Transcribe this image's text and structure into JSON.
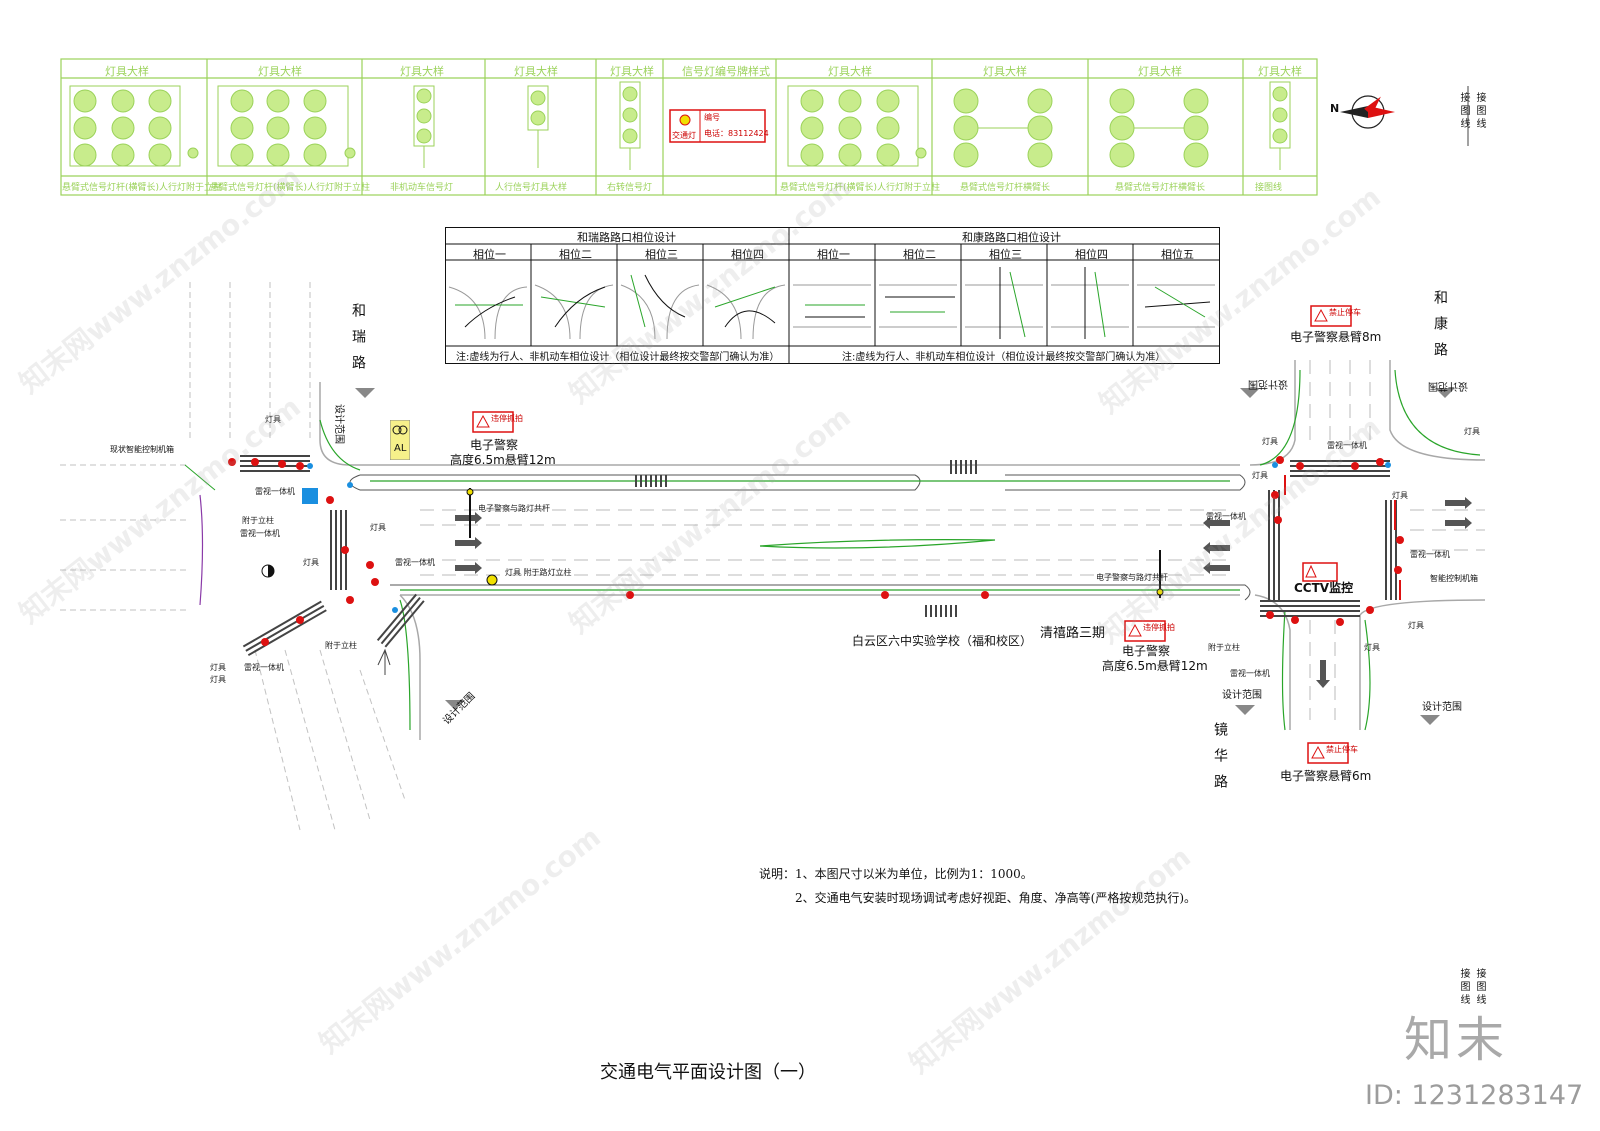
{
  "sheet_title": "交通电气平面设计图（一）",
  "notes": {
    "line1": "说明：1、本图尺寸以米为单位，比例为1：1000。",
    "line2": "2、交通电气安装时现场调试考虑好视距、角度、净高等(严格按规范执行)。"
  },
  "brand": "知末",
  "doc_id": "ID: 1231283147",
  "legend_strip": {
    "headers": [
      "灯具大样",
      "灯具大样",
      "灯具大样",
      "灯具大样",
      "灯具大样",
      "信号灯编号牌样式",
      "灯具大样",
      "灯具大样",
      "灯具大样",
      "灯具大样"
    ],
    "footers": [
      "悬臂式信号灯杆(横臂长)人行灯附于立柱",
      "悬臂式信号灯杆(横臂长)人行灯附于立柱",
      "非机动车信号灯",
      "人行信号灯具大样",
      "右转信号灯",
      "",
      "悬臂式信号灯杆(横臂长)人行灯附于立柱",
      "悬臂式信号灯杆横臂长",
      "悬臂式信号灯杆横臂长",
      "接图线"
    ],
    "placard": {
      "top": "编号",
      "label": "交通灯",
      "phone": "电话：83112424"
    },
    "colors": {
      "line": "#9bd25a",
      "placard": "#d11"
    }
  },
  "compass_label": "N",
  "connector_label": "接图线",
  "phase_tables": {
    "left_title": "和瑞路路口相位设计",
    "right_title": "和康路路口相位设计",
    "left_phases": [
      "相位一",
      "相位二",
      "相位三",
      "相位四"
    ],
    "right_phases": [
      "相位一",
      "相位二",
      "相位三",
      "相位四",
      "相位五"
    ],
    "left_note": "注:虚线为行人、非机动车相位设计（相位设计最终按交警部门确认为准）",
    "right_note": "注:虚线为行人、非机动车相位设计（相位设计最终按交警部门确认为准）"
  },
  "roads": {
    "herui": "和瑞路",
    "hekang": "和康路",
    "jinghua": "镜华路",
    "qingxi": "清禧路三期",
    "school": "白云区六中实验学校（福和校区）",
    "design_range": "设计范围"
  },
  "labels": {
    "epolice_mid_top": "电子警察",
    "epolice_mid_top_sub": "高度6.5m悬臂12m",
    "epolice_mid_bottom": "电子警察",
    "epolice_mid_bottom_sub": "高度6.5m悬臂12m",
    "epolice_ne": "电子警察悬臂8m",
    "epolice_s": "电子警察悬臂6m",
    "cctv": "CCTV监控",
    "sign_text": "违停抓拍",
    "sign_text2": "禁止停车",
    "control_box_left": "现状智能控制机箱",
    "control_box_right": "智能控制机箱",
    "radar": "雷视一体机",
    "lamp": "灯具",
    "epolice_lamp": "电子警察与路灯共杆",
    "lamp_pole": "灯具 附于路灯立柱",
    "lamp_stand": "附于立柱",
    "al": "AL"
  },
  "colors": {
    "red": "#dd1111",
    "green_line": "#2aa52a",
    "pale_green": "#9bd25a",
    "grey": "#bdbdbd",
    "blue": "#1a8fe0",
    "yellow": "#f0e000"
  }
}
